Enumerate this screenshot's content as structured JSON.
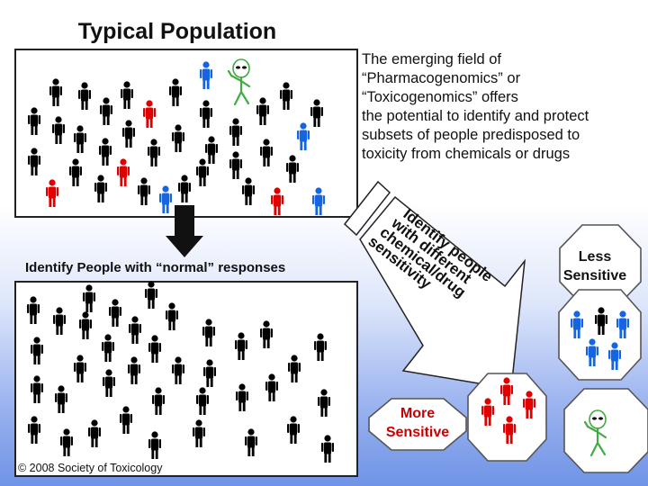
{
  "title": "Typical Population",
  "description": [
    "The emerging field of",
    "“Pharmacogenomics” or",
    "“Toxicogenomics” offers",
    "the potential to identify and protect",
    "subsets of people predisposed to",
    "toxicity from chemicals or drugs"
  ],
  "normal_label": "Identify People with “normal” responses",
  "arrow_text": [
    "Identify people",
    "with different",
    "chemical/drug",
    "sensitivity"
  ],
  "less_sensitive": [
    "Less",
    "Sensitive"
  ],
  "more_sensitive": [
    "More",
    "Sensitive"
  ],
  "copyright": "© 2008 Society of Toxicology",
  "icons": {
    "person": "person-icon",
    "alien": "alien-figure-icon",
    "arrow_down": "down-arrow-icon",
    "arrow_diagonal": "diagonal-arrow-icon"
  },
  "colors": {
    "black_person": "#000000",
    "red_person": "#e00000",
    "blue_person": "#1565e0",
    "alien": "#44aa44",
    "octagon_fill": "#ffffff",
    "octagon_border": "#555555",
    "arrow_fill": "#ffffff",
    "down_arrow_fill": "#111111"
  }
}
